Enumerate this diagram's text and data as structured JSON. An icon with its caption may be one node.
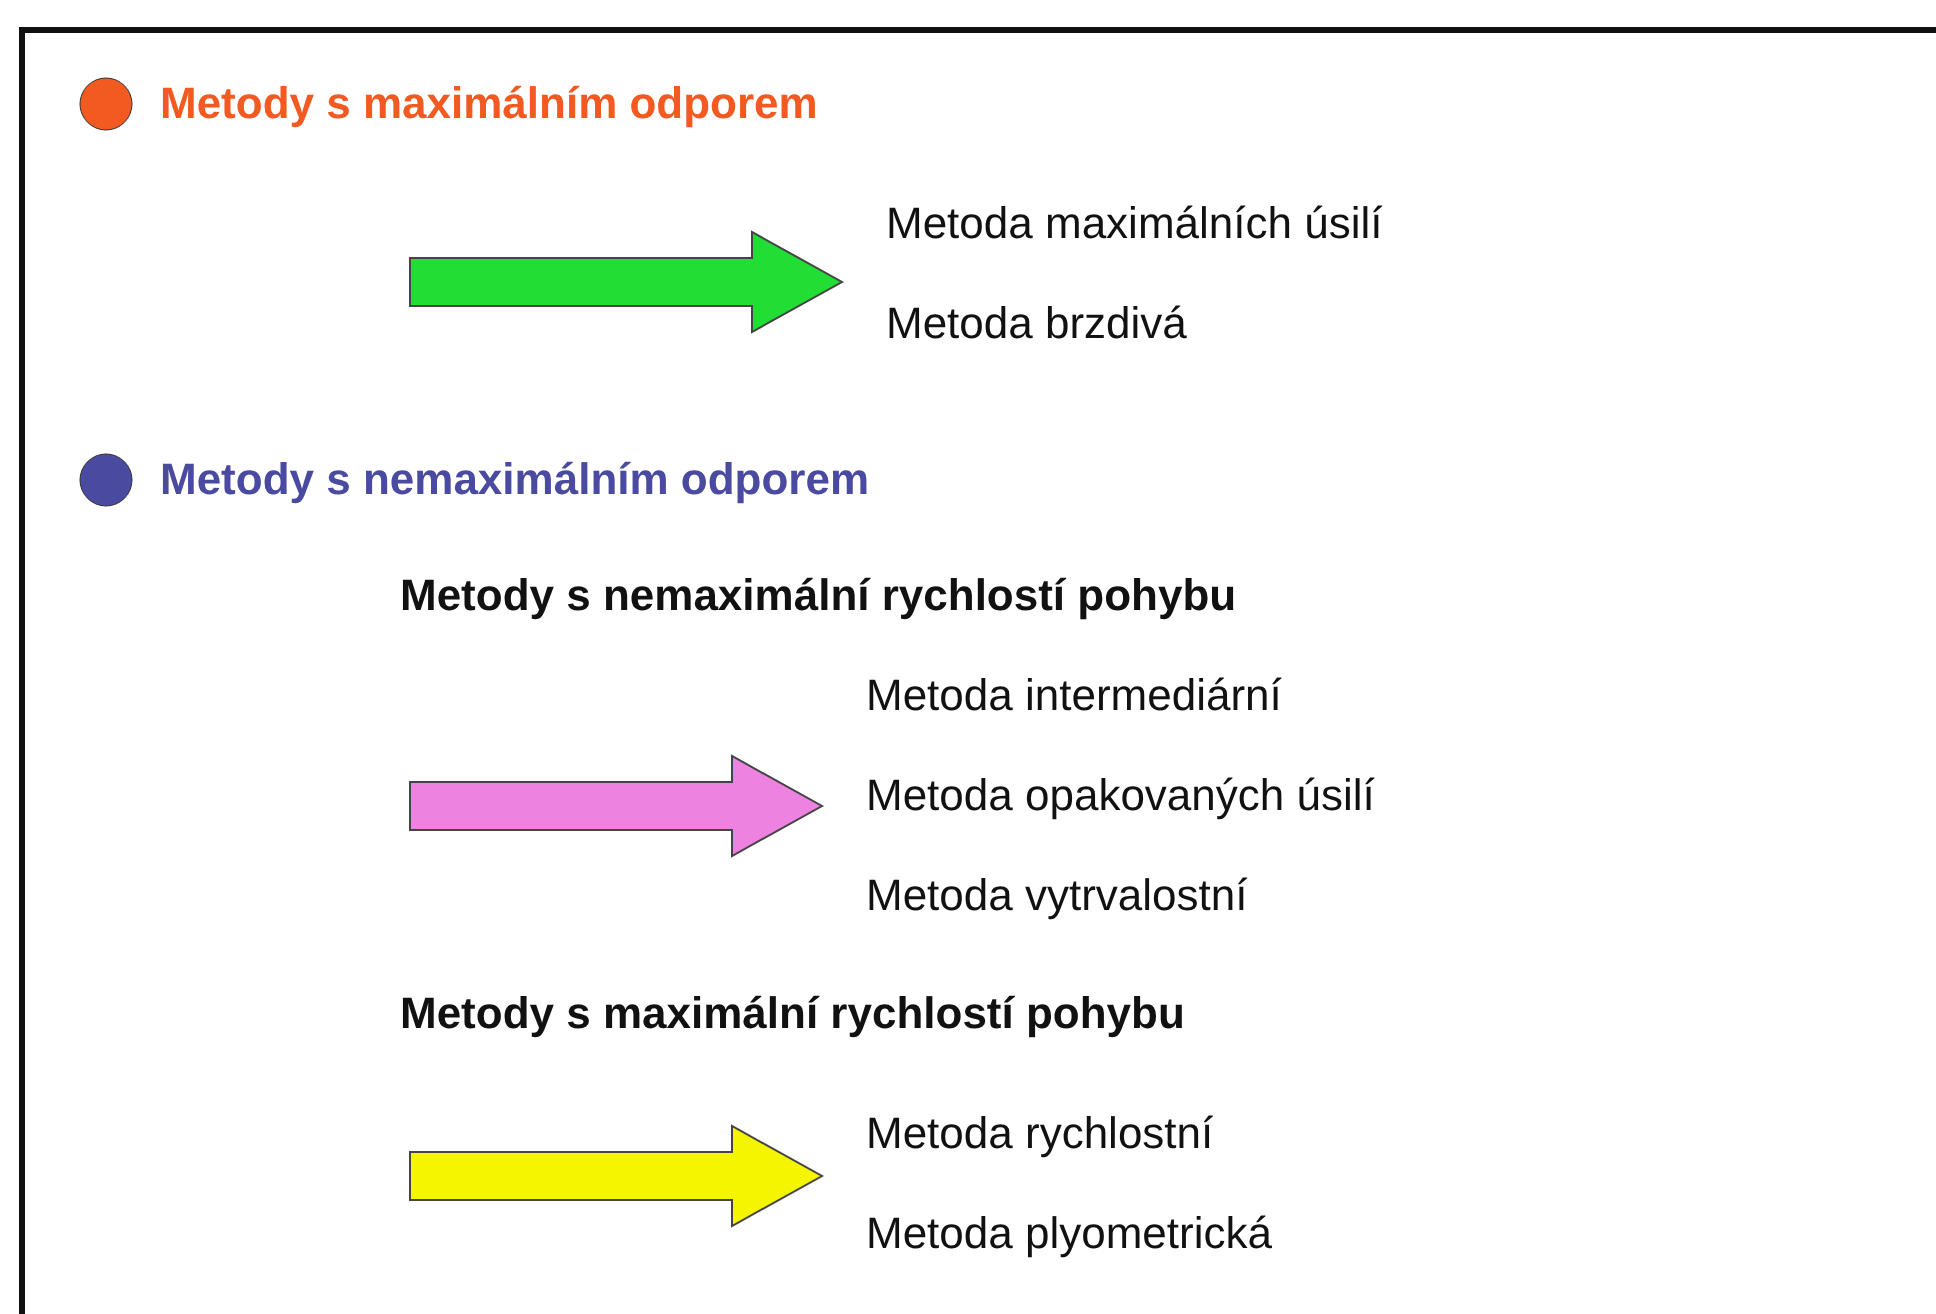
{
  "diagram": {
    "nodes": [
      {
        "text": [
          "Metoda maximálních úsilí",
          "Metoda brzdivá"
        ]
      },
      {
        "text": [
          "Metoda intermediární",
          "Metoda opakovaných úsilí",
          "Metoda vytrvalostní"
        ]
      },
      {
        "text": [
          "Metoda rychlostní",
          "Metoda plyometrická"
        ]
      }
    ],
    "edges": [
      {
        "from": null,
        "to": 0,
        "arrow": "to",
        "color": "#22dd33"
      },
      {
        "from": null,
        "to": 1,
        "arrow": "to",
        "color": "#ee82e0"
      },
      {
        "from": null,
        "to": 2,
        "arrow": "to",
        "color": "#f5f500"
      }
    ],
    "labels": [
      "Metody s maximálním odporem",
      "Metody s nemaximálním odporem",
      "Metody s nemaximální rychlostí pohybu",
      "Metody s maximální rychlostí pohybu"
    ]
  }
}
